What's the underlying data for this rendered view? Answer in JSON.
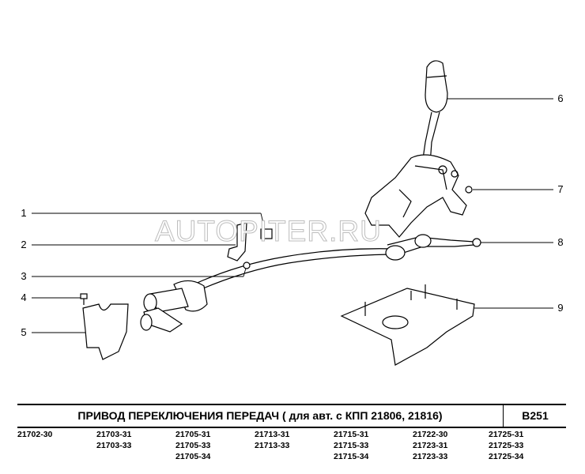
{
  "watermark": "AUTOPITER.RU",
  "callouts": [
    "1",
    "2",
    "3",
    "4",
    "5",
    "6",
    "7",
    "8",
    "9"
  ],
  "title": "ПРИВОД  ПЕРЕКЛЮЧЕНИЯ  ПЕРЕДАЧ  ( для авт. с КПП  21806,  21816)",
  "code": "B251",
  "models": [
    [
      "21702-30"
    ],
    [
      "21703-31",
      "21703-33"
    ],
    [
      "21705-31",
      "21705-33",
      "21705-34"
    ],
    [
      "21713-31",
      "21713-33"
    ],
    [
      "21715-31",
      "21715-33",
      "21715-34"
    ],
    [
      "21722-30",
      "21723-31",
      "21723-33"
    ],
    [
      "21725-31",
      "21725-33",
      "21725-34"
    ]
  ]
}
